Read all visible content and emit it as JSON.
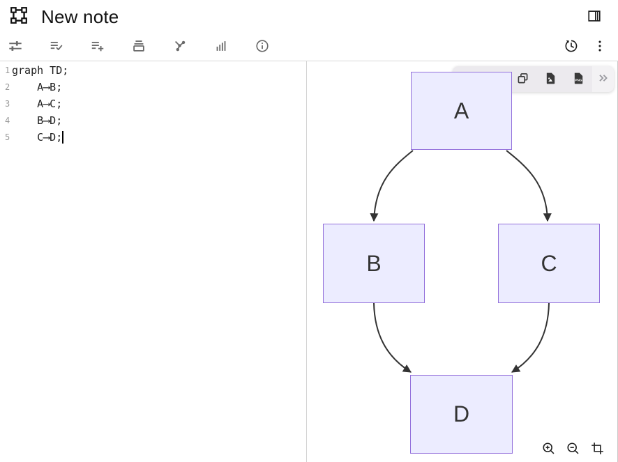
{
  "header": {
    "title": "New note",
    "logo_icon": "bounding-box-icon",
    "panel_toggle_icon": "split-panel-icon"
  },
  "toolbar": {
    "left_icons": [
      "tune-icon",
      "list-check-icon",
      "list-add-icon",
      "archive-icon",
      "graph-icon",
      "bar-chart-icon",
      "info-icon"
    ],
    "right_icons": [
      "history-icon",
      "kebab-menu-icon"
    ]
  },
  "editor": {
    "lines": [
      {
        "number": "1",
        "code": "graph TD;"
      },
      {
        "number": "2",
        "code": "    A⟶B;"
      },
      {
        "number": "3",
        "code": "    A⟶C;"
      },
      {
        "number": "4",
        "code": "    B⟶D;"
      },
      {
        "number": "5",
        "code": "    C⟶D;",
        "cursor": true
      }
    ]
  },
  "diagram": {
    "type": "flowchart-top-down",
    "nodes": [
      {
        "id": "A",
        "label": "A"
      },
      {
        "id": "B",
        "label": "B"
      },
      {
        "id": "C",
        "label": "C"
      },
      {
        "id": "D",
        "label": "D"
      }
    ],
    "edges": [
      {
        "from": "A",
        "to": "B"
      },
      {
        "from": "A",
        "to": "C"
      },
      {
        "from": "B",
        "to": "D"
      },
      {
        "from": "C",
        "to": "D"
      }
    ],
    "colors": {
      "node_fill": "#ECECFF",
      "node_border": "#9370DB",
      "edge": "#333333",
      "label": "#333333"
    }
  },
  "floating_toolbar": {
    "icons": [
      "bottom-panel-icon",
      "lock-icon",
      "copy-icon",
      "image-file-icon",
      "png-file-icon"
    ],
    "more_icon": "chevron-double-right-icon",
    "png_badge": "PNG"
  },
  "zoom_controls": [
    "zoom-in-icon",
    "zoom-out-icon",
    "crop-icon"
  ]
}
